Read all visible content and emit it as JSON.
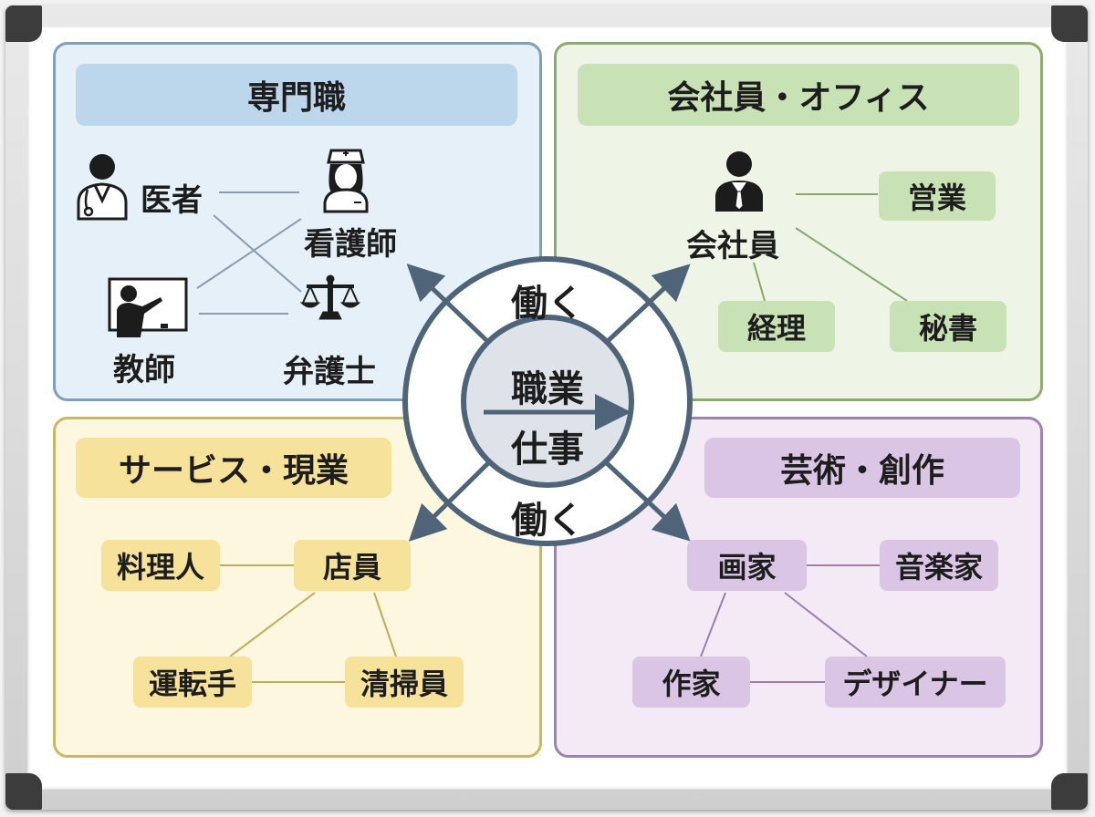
{
  "center": {
    "line1": "職業",
    "line2": "仕事",
    "top_label": "働く",
    "bottom_label": "働く"
  },
  "professional": {
    "title": "専門職",
    "doctor": "医者",
    "nurse": "看護師",
    "teacher": "教師",
    "lawyer": "弁護士"
  },
  "office": {
    "title": "会社員・オフィス",
    "employee": "会社員",
    "sales": "営業",
    "accounting": "経理",
    "secretary": "秘書"
  },
  "service": {
    "title": "サービス・現業",
    "cook": "料理人",
    "clerk": "店員",
    "driver": "運転手",
    "cleaner": "清掃員"
  },
  "arts": {
    "title": "芸術・創作",
    "painter": "画家",
    "musician": "音楽家",
    "writer": "作家",
    "designer": "デザイナー"
  },
  "colors": {
    "blue_panel": "#e6f0f8",
    "green_panel": "#eef5e6",
    "yellow_panel": "#fdf7df",
    "purple_panel": "#f3eaf6",
    "ring": "#4f6478"
  }
}
